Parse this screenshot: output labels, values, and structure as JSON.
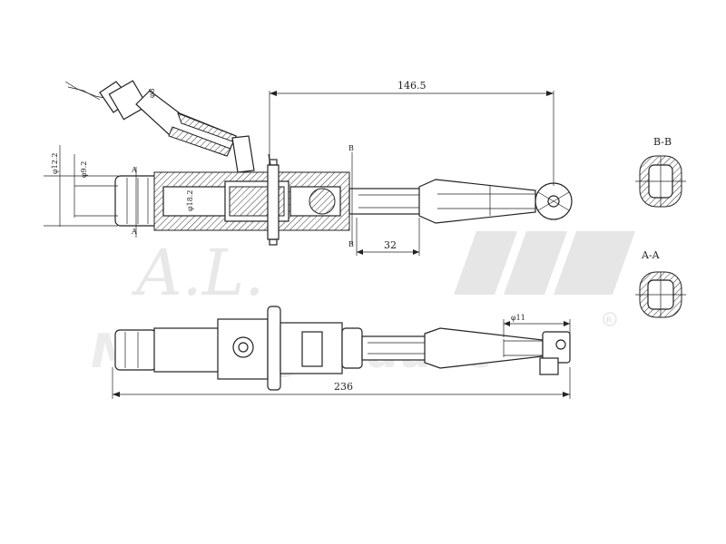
{
  "watermark": {
    "logo_text": "A.L.",
    "brand_text": "MetalHydraulic",
    "registered_mark": "R"
  },
  "dimensions": {
    "length_top": "146.5",
    "rod_gap": "32",
    "total_length": "236",
    "port_dia": "φ8",
    "outer_dia": "φ12.2",
    "inner_dia": "φ9.2",
    "bore_dia": "φ18.2",
    "rod_dia": "φ11"
  },
  "section_marks": {
    "a": "A",
    "b": "B",
    "a_view": "A-A",
    "b_view": "B-B"
  },
  "colors": {
    "ink": "#222222",
    "watermark": "#e6e6e6"
  }
}
